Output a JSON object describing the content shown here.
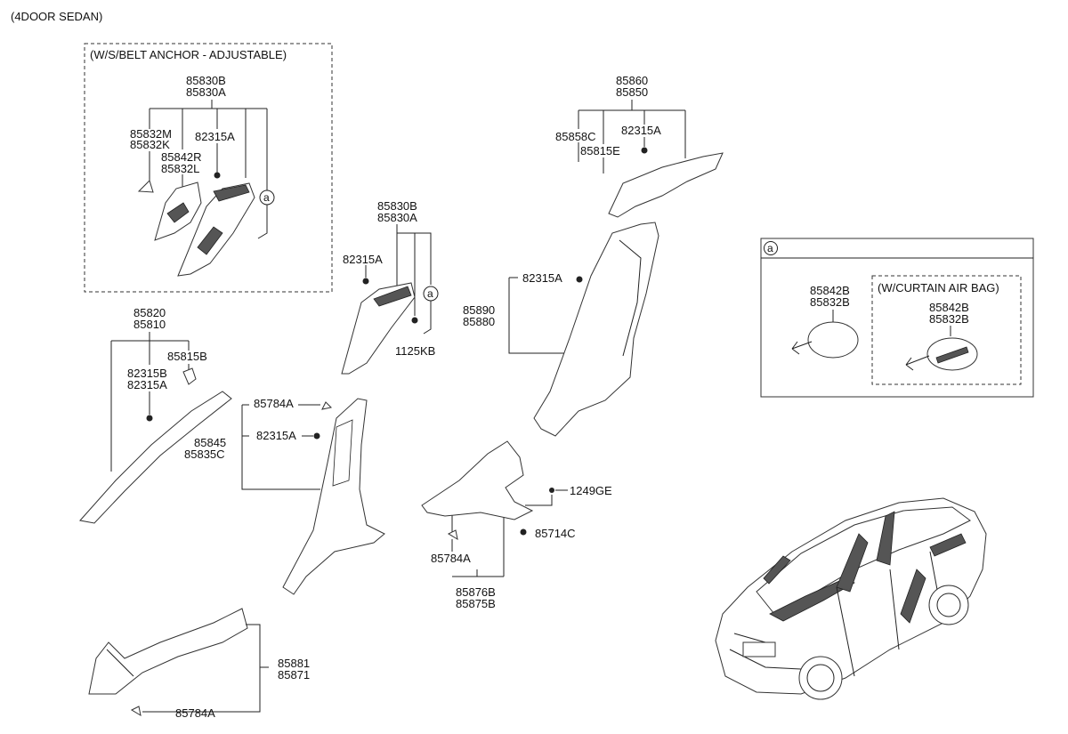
{
  "header": {
    "variant": "(4DOOR SEDAN)"
  },
  "box_adjustable": {
    "title": "(W/S/BELT ANCHOR - ADJUSTABLE)"
  },
  "detail_a": {
    "marker": "a",
    "sub_title": "(W/CURTAIN AIR BAG)"
  },
  "callouts": {
    "adj_top_1": "85830B",
    "adj_top_2": "85830A",
    "adj_clip_1": "85832M",
    "adj_clip_2": "85832K",
    "adj_cover_1": "85842R",
    "adj_cover_2": "85832L",
    "adj_screw": "82315A",
    "adj_marker": "a",
    "bp_top_1": "85830B",
    "bp_top_2": "85830A",
    "bp_screw": "82315A",
    "bp_bolt": "1125KB",
    "bp_marker": "a",
    "cp_top_1": "85860",
    "cp_top_2": "85850",
    "cp_clip": "85858C",
    "cp_clip2": "85815E",
    "cp_screw": "82315A",
    "qtr_screw": "82315A",
    "qtr_1": "85890",
    "qtr_2": "85880",
    "ap_1": "85820",
    "ap_2": "85810",
    "ap_clip": "85815B",
    "ap_screw_1": "82315B",
    "ap_screw_2": "82315A",
    "cl_clip": "85784A",
    "cl_screw": "82315A",
    "cl_1": "85845",
    "cl_2": "85835C",
    "rs_screw": "1249GE",
    "rs_nut": "85714C",
    "rs_clip": "85784A",
    "rs_1": "85876B",
    "rs_2": "85875B",
    "sc_1": "85881",
    "sc_2": "85871",
    "sc_clip": "85784A",
    "a_cover_1": "85842B",
    "a_cover_2": "85832B",
    "a_bag_1": "85842B",
    "a_bag_2": "85832B"
  }
}
